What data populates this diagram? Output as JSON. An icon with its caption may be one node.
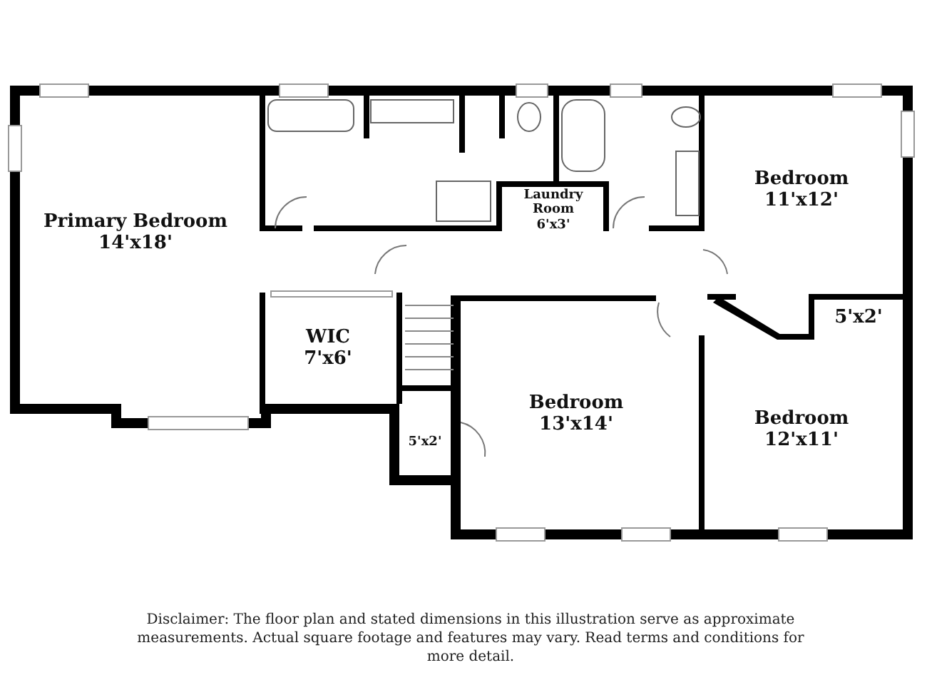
{
  "diagram": {
    "labels": [
      "Primary Bedroom",
      "14'x18'",
      "Laundry Room",
      "6'x3'",
      "Bedroom",
      "11'x12'",
      "WIC",
      "7'x6'",
      "5'x2'",
      "Bedroom",
      "13'x14'",
      "5'x2'",
      "Bedroom",
      "12'x11'",
      "Disclaimer: The floor plan and stated dimensions in this illustration serve as approximate measurements. Actual square footage and features may vary. Read terms and conditions for more detail."
    ]
  }
}
